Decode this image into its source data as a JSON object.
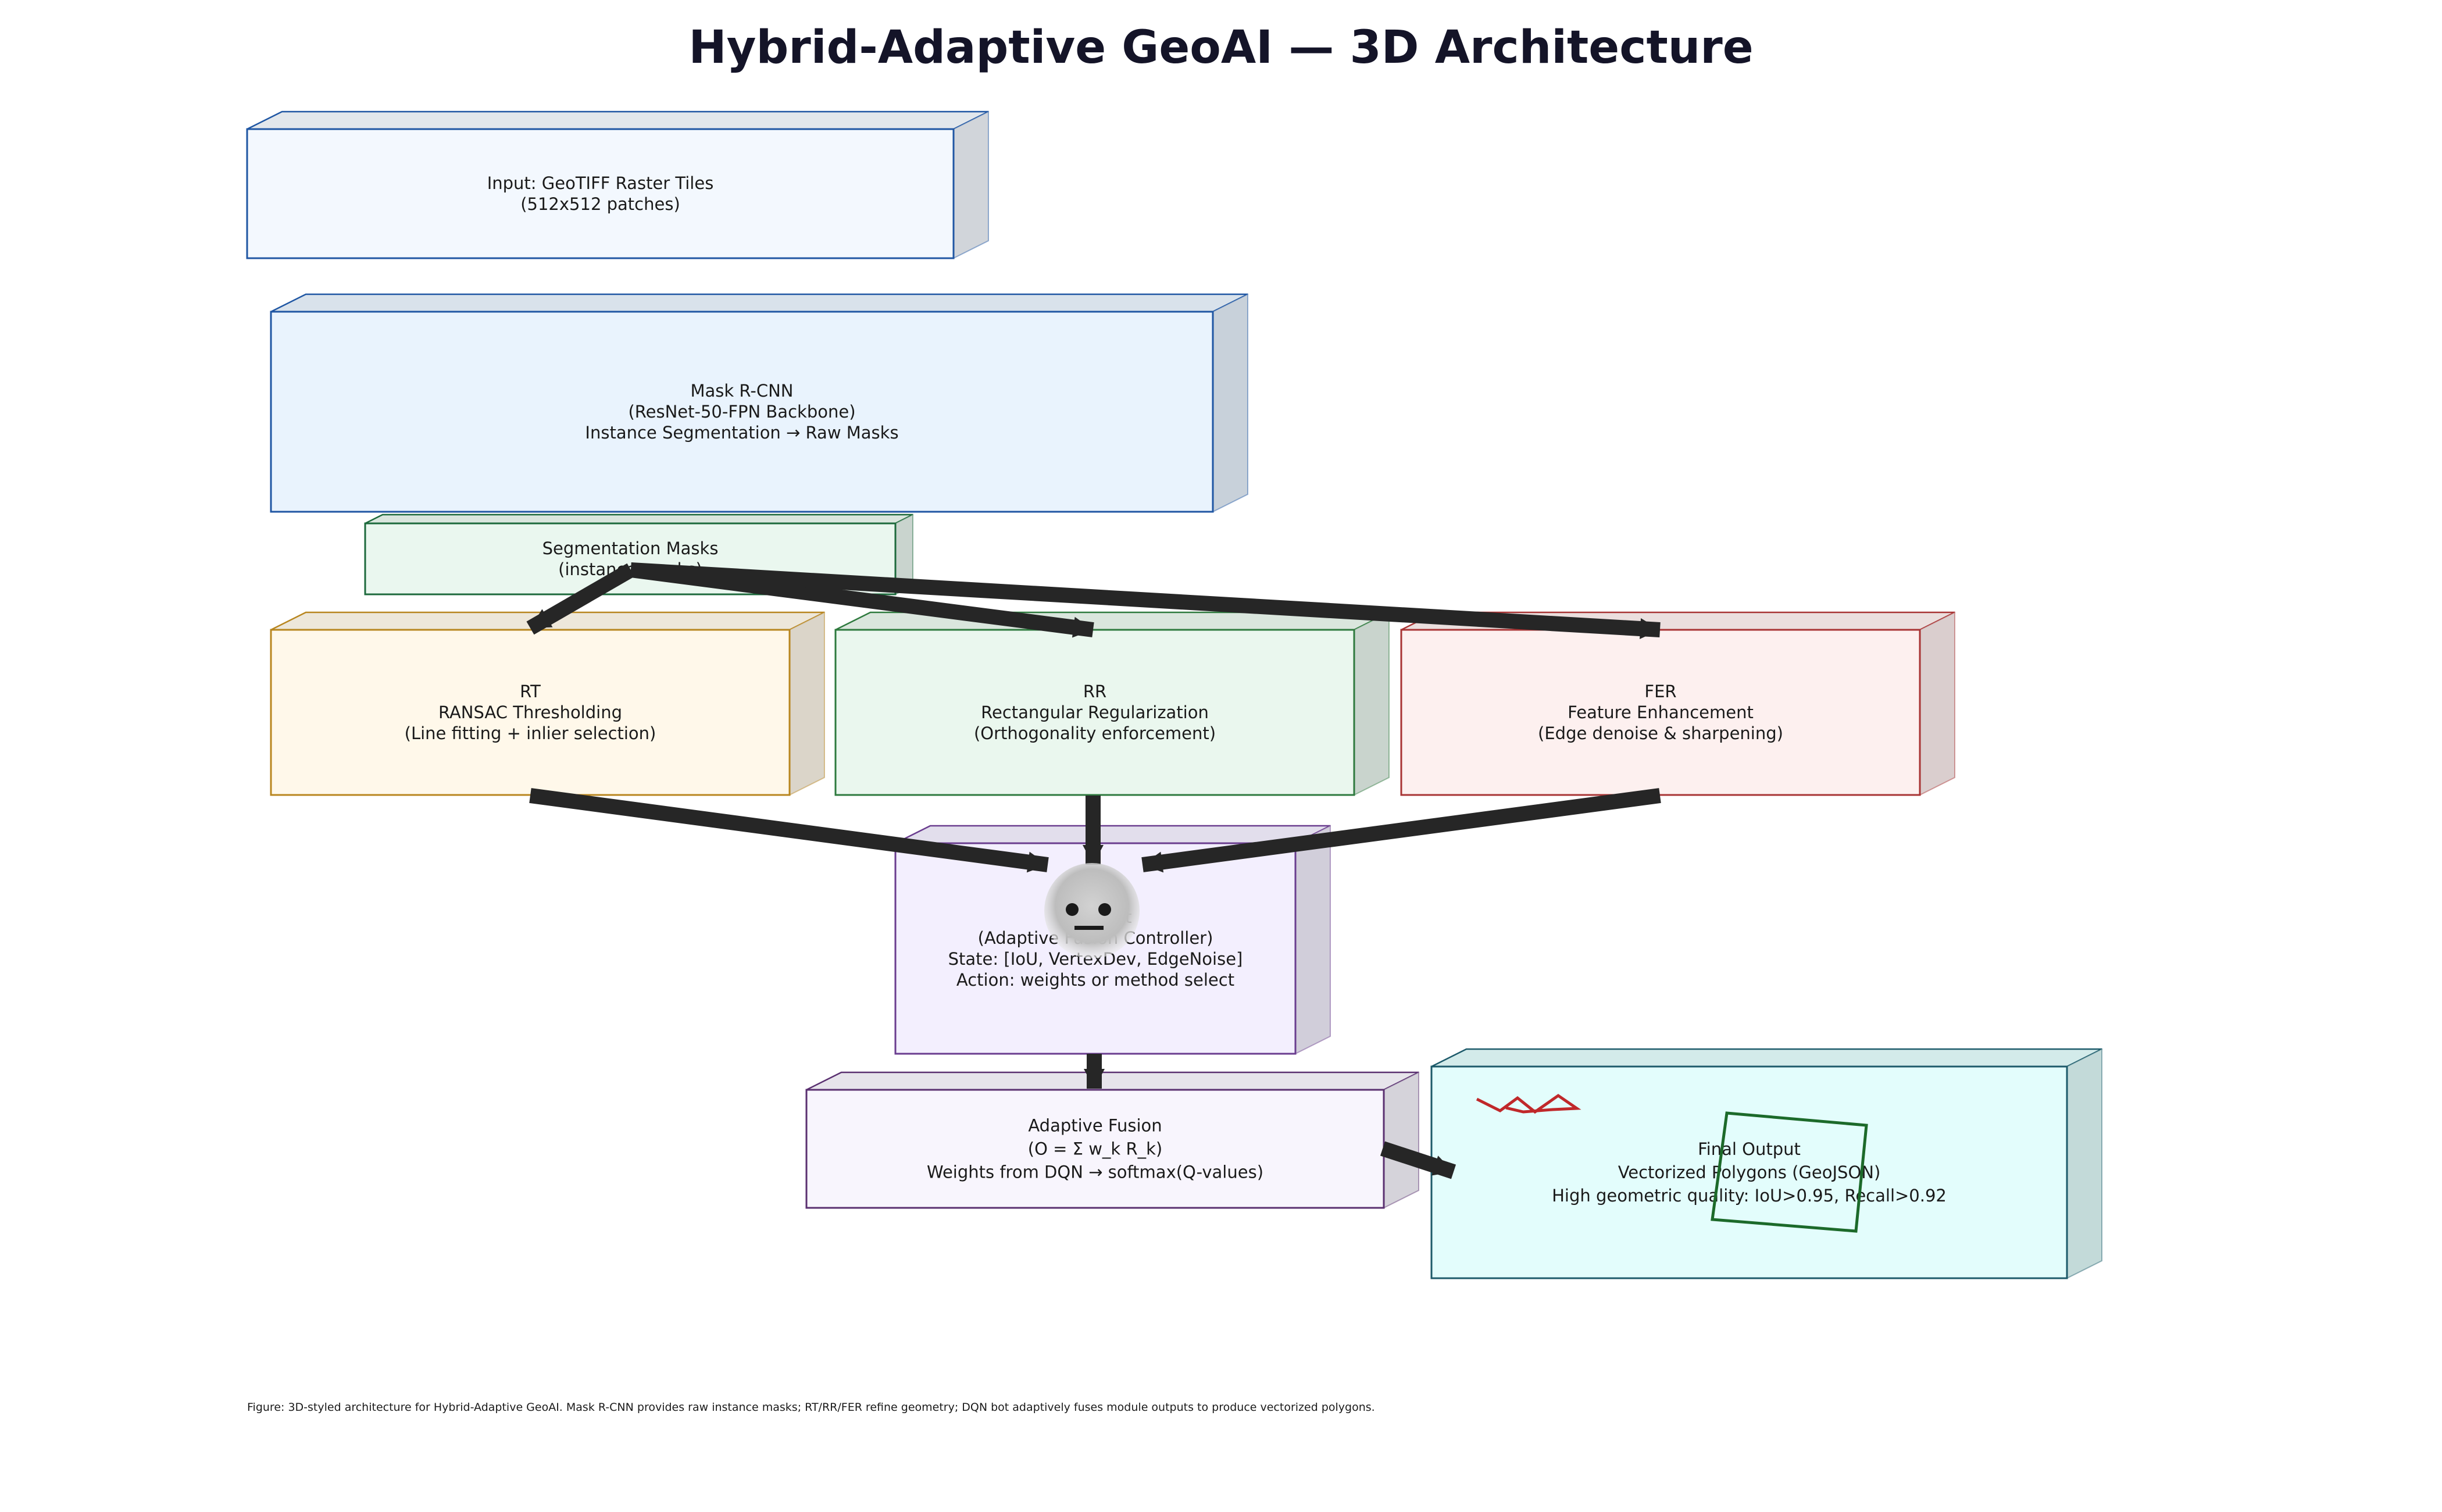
{
  "title": "Hybrid-Adaptive GeoAI — 3D Architecture",
  "caption": "Figure: 3D-styled architecture for Hybrid-Adaptive GeoAI. Mask R-CNN provides raw instance masks; RT/RR/FER refine geometry; DQN bot adaptively fuses module outputs to produce vectorized polygons.",
  "blocks": {
    "input": {
      "lines": [
        "Input: GeoTIFF Raster Tiles",
        "(512x512 patches)"
      ],
      "fill": "#f3f8fe",
      "stroke": "#1f56a3"
    },
    "maskrcnn": {
      "lines": [
        "Mask R-CNN",
        "(ResNet-50-FPN Backbone)",
        "Instance Segmentation → Raw Masks"
      ],
      "fill": "#e9f3fd",
      "stroke": "#1f56a3"
    },
    "segmasks": {
      "lines": [
        "Segmentation Masks",
        "(instance masks)"
      ],
      "fill": "#eaf7ef",
      "stroke": "#1d6a3c"
    },
    "rt": {
      "lines": [
        "RT",
        "RANSAC Thresholding",
        "(Line fitting + inlier selection)"
      ],
      "fill": "#fff8ea",
      "stroke": "#b8861f"
    },
    "rr": {
      "lines": [
        "RR",
        "Rectangular Regularization",
        "(Orthogonality enforcement)"
      ],
      "fill": "#eaf7ee",
      "stroke": "#2e7a3e"
    },
    "fer": {
      "lines": [
        "FER",
        "Feature Enhancement",
        "(Edge denoise & sharpening)"
      ],
      "fill": "#fdf0ef",
      "stroke": "#a83434"
    },
    "dqn": {
      "lines": [
        "DQN Bot",
        "(Adaptive Fusion Controller)",
        "State: [IoU, VertexDev, EdgeNoise]",
        "Action: weights or method select"
      ],
      "fill": "#f3effe",
      "stroke": "#6a3d8f"
    },
    "fusion": {
      "lines": [
        "Adaptive Fusion",
        "(O = Σ w_k R_k)",
        "Weights from DQN → softmax(Q-values)"
      ],
      "fill": "#f8f5fd",
      "stroke": "#5a3070"
    },
    "output": {
      "lines": [
        "Final Output",
        "Vectorized Polygons (GeoJSON)",
        "High geometric quality: IoU>0.95, Recall>0.92"
      ],
      "fill": "#e3fdfc",
      "stroke": "#1d5a6a"
    }
  },
  "colors": {
    "title": "#141428",
    "text": "#1a1a1a",
    "arrow": "#262626",
    "bot_face": "#c8c8c8",
    "noisy_line": "#c0282a",
    "polygon": "#1c6a2a"
  },
  "icons": {
    "bot": "robot-face-icon",
    "noisy": "noisy-edge-icon",
    "polygon": "vector-polygon-icon"
  }
}
